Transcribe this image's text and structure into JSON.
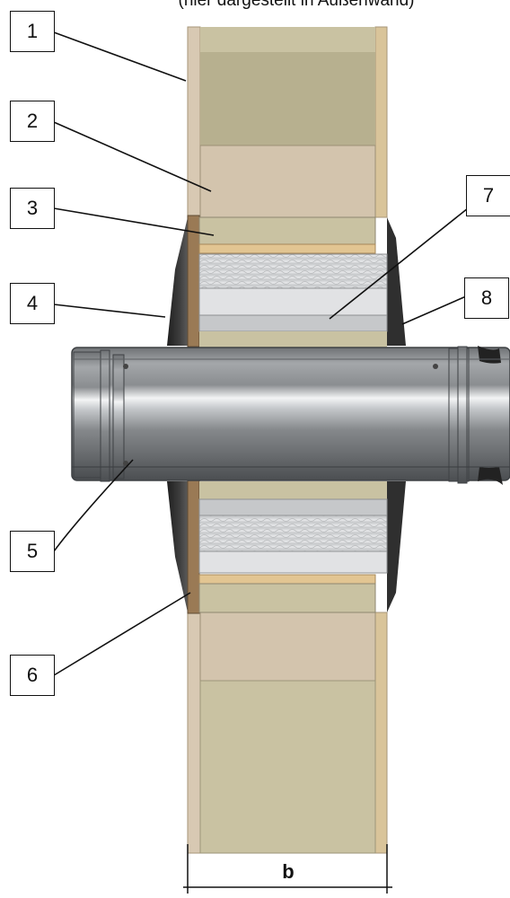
{
  "caption": "(hier dargestellt in Außenwand)",
  "callouts": [
    {
      "id": 1,
      "label": "1"
    },
    {
      "id": 2,
      "label": "2"
    },
    {
      "id": 3,
      "label": "3"
    },
    {
      "id": 4,
      "label": "4"
    },
    {
      "id": 5,
      "label": "5"
    },
    {
      "id": 6,
      "label": "6"
    },
    {
      "id": 7,
      "label": "7"
    },
    {
      "id": 8,
      "label": "8"
    }
  ],
  "dimension_label": "b",
  "colors": {
    "wall_insulation": "#c9c2a2",
    "wall_dark_band": "#b3ac8c",
    "wall_board": "#d8c9b3",
    "wood_frame": "#d9c49a",
    "sleeve_plate": "#9a7a55",
    "cone_dark": "#2e2e2e",
    "foil_insulation": "#d2d4d6",
    "pipe_grey": "#7c7f82",
    "pipe_highlight": "#f3f4f5"
  }
}
